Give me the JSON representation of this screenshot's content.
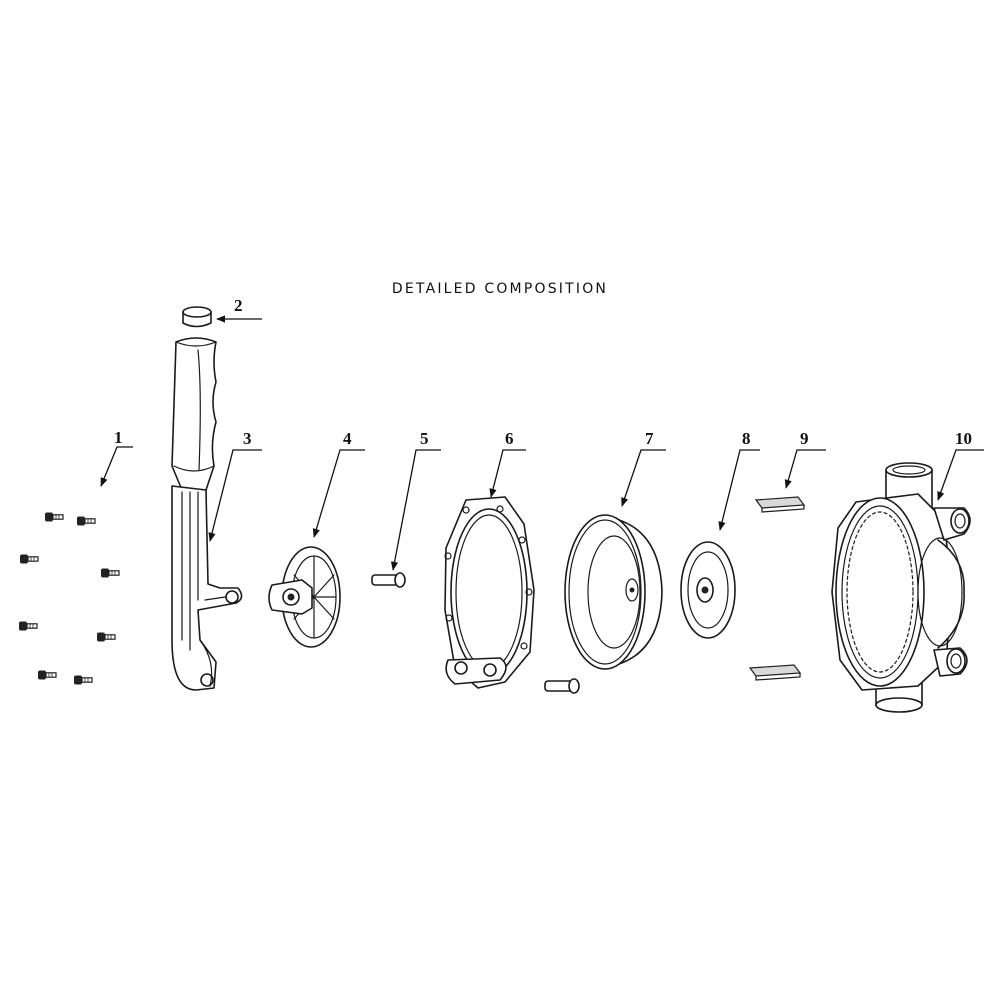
{
  "title": "DETAILED COMPOSITION",
  "labels": [
    "1",
    "2",
    "3",
    "4",
    "5",
    "6",
    "7",
    "8",
    "9",
    "10"
  ]
}
